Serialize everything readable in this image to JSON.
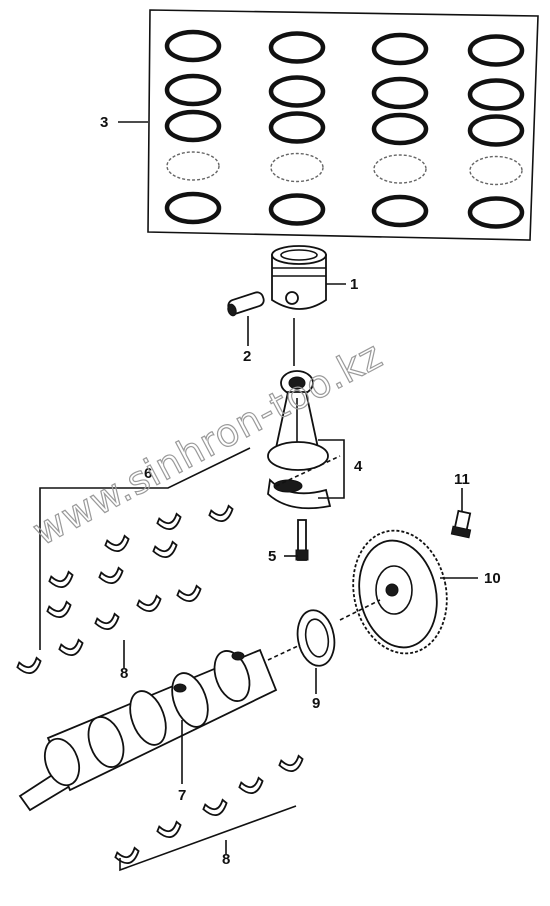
{
  "callouts": {
    "c1": "1",
    "c2": "2",
    "c3": "3",
    "c4": "4",
    "c5": "5",
    "c6": "6",
    "c7": "7",
    "c8a": "8",
    "c8b": "8",
    "c9": "9",
    "c10": "10",
    "c11": "11"
  },
  "watermark": "www.sinhron-too.kz",
  "colors": {
    "ink": "#111111",
    "watermark": "#9a9a9a",
    "background": "#ffffff"
  },
  "icons": {
    "piston-rings": "ring-set-icon",
    "piston": "piston-icon",
    "piston-pin": "pin-icon",
    "connecting-rod": "conrod-icon",
    "bearings": "bearing-shell-icon",
    "crankshaft": "crankshaft-icon",
    "seal": "oil-seal-icon",
    "flywheel": "flywheel-icon",
    "bolt": "bolt-icon"
  }
}
